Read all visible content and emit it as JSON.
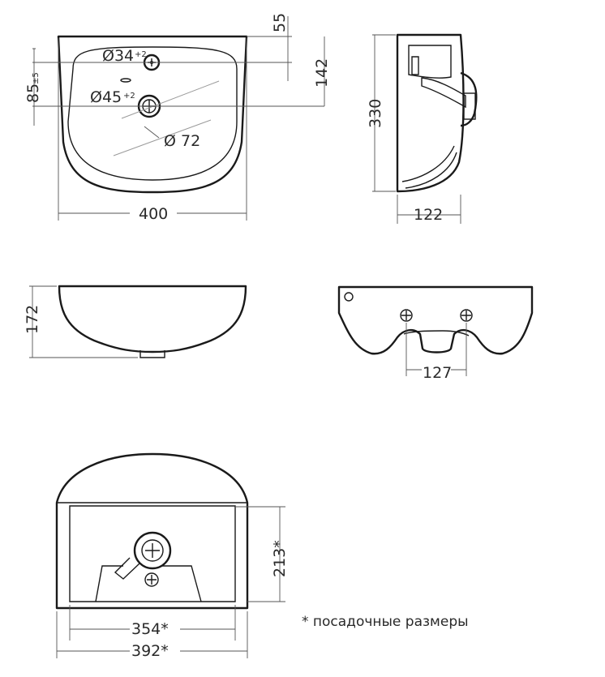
{
  "dimensions": {
    "width_overall": "400",
    "depth_overall": "330",
    "depth_front": "122",
    "height_overall": "172",
    "top_rim": "55",
    "to_drain": "142",
    "tap_to_drain": "85",
    "tap_to_drain_tol": "±5",
    "tap_hole_dia": "Ø34",
    "tap_hole_tol": "+2",
    "drain_hole_dia": "Ø45",
    "drain_hole_tol": "+2",
    "bowl_dia": "Ø 72",
    "mount_holes_spacing": "127",
    "mount_height": "213*",
    "mount_width_inner": "354*",
    "mount_width_outer": "392*"
  },
  "footnote": "* посадочные размеры"
}
